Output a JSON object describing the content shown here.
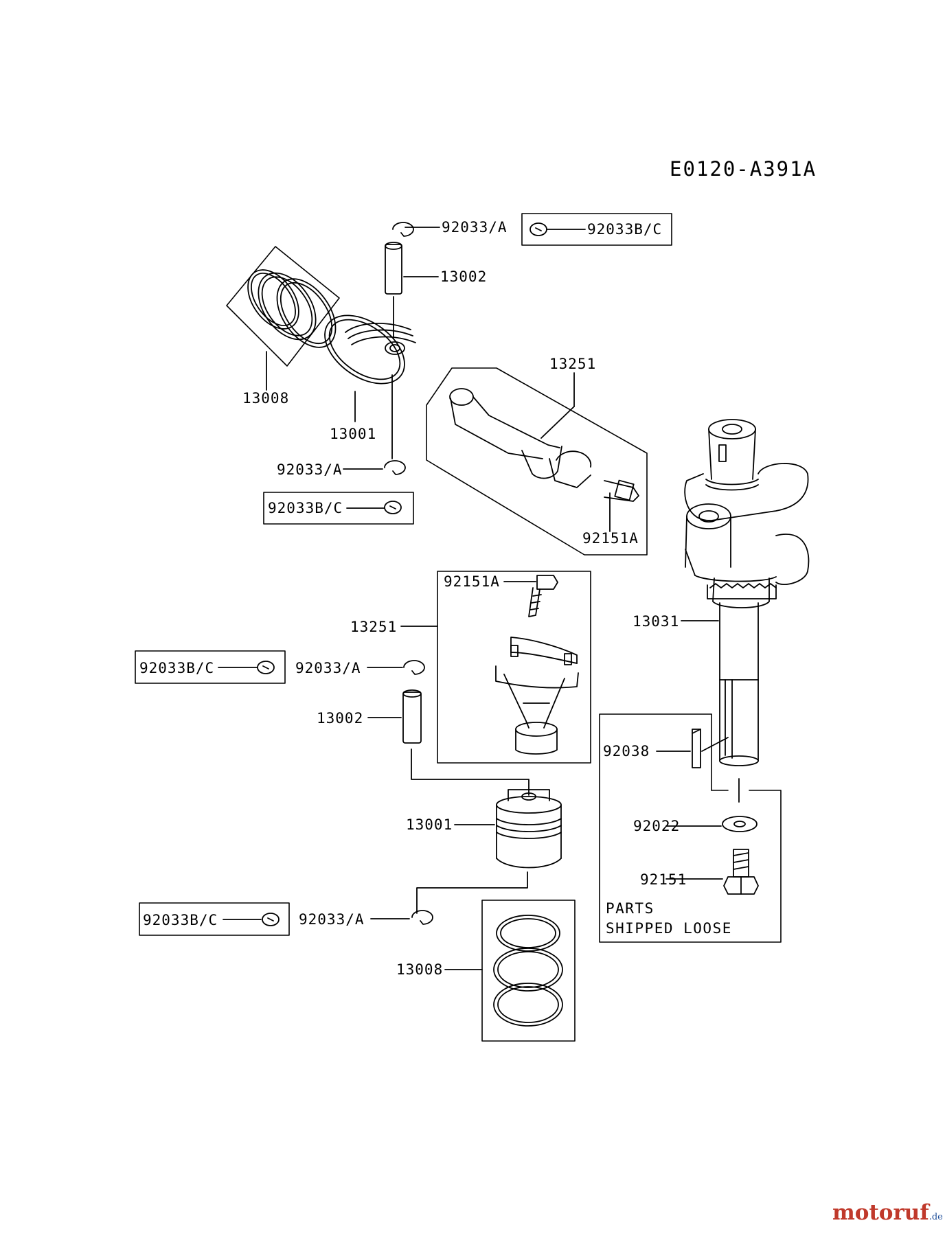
{
  "diagram_code": "E0120-A391A",
  "parts": {
    "clip_a": "92033/A",
    "clip_bc": "92033B/C",
    "piston_pin": "13002",
    "ring_set": "13008",
    "piston": "13001",
    "connecting_rod": "13251",
    "rod_bolt": "92151A",
    "crankshaft": "13031",
    "key": "92038",
    "washer": "92022",
    "bolt": "92151"
  },
  "note": {
    "line1": "PARTS",
    "line2": "SHIPPED LOOSE"
  },
  "watermark": {
    "brand": "motoruf",
    "suffix": ".de",
    "colors": {
      "brand": "#c0392b",
      "suffix": "#1f4e9a"
    }
  }
}
